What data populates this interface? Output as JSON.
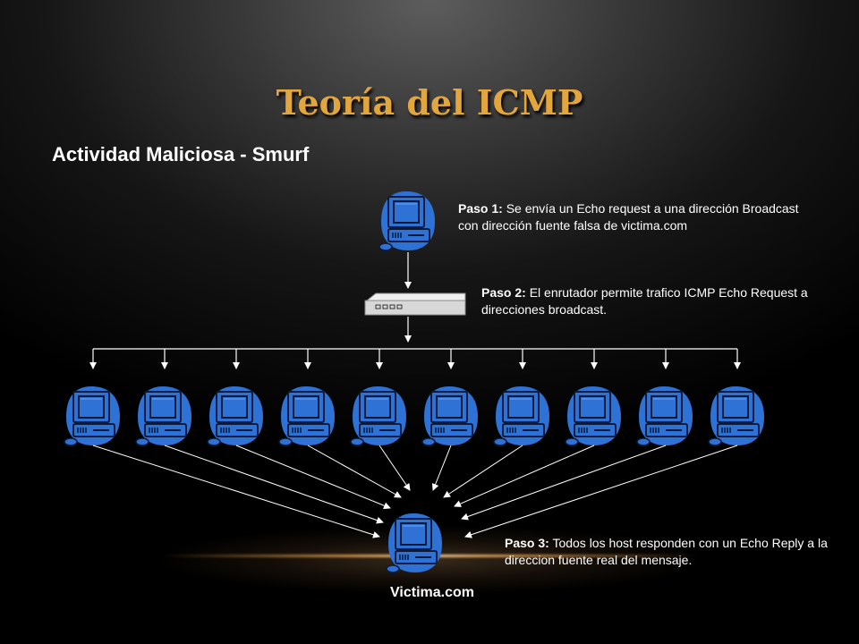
{
  "slide": {
    "title": "Teoría del ICMP",
    "subtitle": "Actividad Maliciosa - Smurf"
  },
  "steps": [
    {
      "label": "Paso 1:",
      "text": " Se envía un Echo request a una dirección Broadcast con dirección fuente falsa de victima.com"
    },
    {
      "label": "Paso 2:",
      "text": " El enrutador permite trafico ICMP Echo Request a direcciones broadcast."
    },
    {
      "label": "Paso 3:",
      "text": " Todos los host responden con un Echo Reply a la direccion fuente real del mensaje."
    }
  ],
  "victim": {
    "label": "Victima.com"
  },
  "icons": {
    "attacker": "computer-icon",
    "router": "router-icon",
    "hosts": "computer-icon",
    "victim": "computer-icon"
  },
  "host_count": 10,
  "colors": {
    "title": "#e3a63d",
    "computer_blue": "#2f72d6",
    "arrow": "#ffffff",
    "router_body": "#d8d8d8"
  }
}
